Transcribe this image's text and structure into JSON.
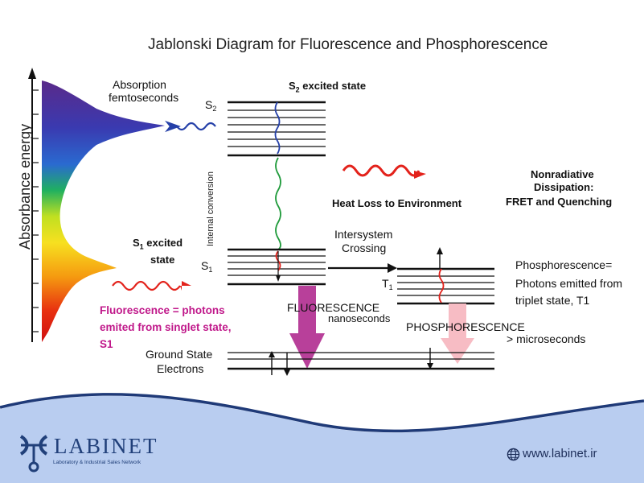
{
  "title": "Jablonski Diagram for Fluorescence and Phosphorescence",
  "y_axis_label": "Absorbance energy",
  "labels": {
    "absorption": "Absorption",
    "femtoseconds": "femtoseconds",
    "s2_sub": "S",
    "s2_sub_num": "2",
    "s2_excited": "S",
    "s2_excited_num": "2",
    "s2_excited_rest": " excited state",
    "internal_conversion": "Internal conversion",
    "heat_loss": "Heat Loss to Environment",
    "nonradiative_1": "Nonradiative",
    "nonradiative_2": "Dissipation:",
    "nonradiative_3": "FRET and Quenching",
    "intersystem_1": "Intersystem",
    "intersystem_2": "Crossing",
    "s1_excited_a": "S",
    "s1_excited_num": "1",
    "s1_excited_b": " excited",
    "s1_excited_c": "state",
    "s1_sub": "S",
    "s1_sub_num": "1",
    "t1_sub": "T",
    "t1_sub_num": "1",
    "phos_1": "Phosphorescence=",
    "phos_2": "Photons emitted from",
    "phos_3": "triplet state, T1",
    "fluorescence_caps": "FLUORESCENCE",
    "nanoseconds": "nanoseconds",
    "phosphorescence_caps": "PHOSPHORESCENCE",
    "microseconds": "> microseconds",
    "fluor_def_1": "Fluorescence = photons",
    "fluor_def_2": "emited from singlet state,",
    "fluor_def_3": "S1",
    "ground_1": "Ground State",
    "ground_2": "Electrons"
  },
  "footer": {
    "logo_name": "LABINET",
    "logo_tagline": "Laboratory & Industrial Sales Network",
    "website": "www.labinet.ir",
    "band_color": "#b9cdf0",
    "wave_color": "#1f3a78"
  },
  "colors": {
    "heat_wave": "#e3221b",
    "fluorescence_arrow": "#b8409a",
    "phosphorescence_arrow": "#f7bcc4",
    "fluorescence_text": "#c0188a",
    "absorption_wave": "#2540a8",
    "internal_conversion_wave": "#1e9a3a"
  }
}
